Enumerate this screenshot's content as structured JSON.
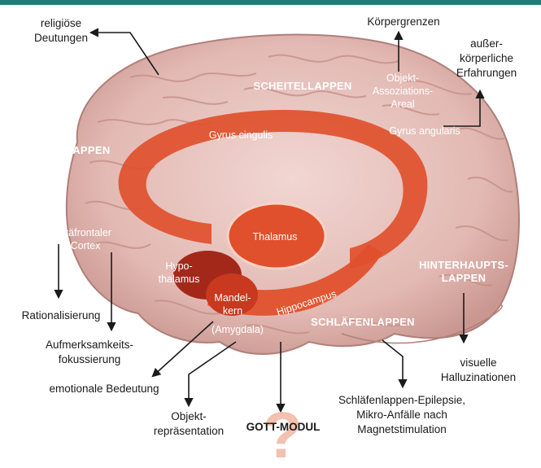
{
  "colors": {
    "teal_bar": "#1f7c79",
    "brain": "#e8c4bf",
    "brain_shadow": "#c9958f",
    "limbic": "#e0502c",
    "limbic_dark": "#a3281a",
    "question_mark": "#f2b7a2"
  },
  "regions": {
    "scheitellappen": "SCHEITELLAPPEN",
    "stirnlappen": "STIRNLAPPEN",
    "hinterhaupt_1": "HINTERHAUPTS-",
    "hinterhaupt_2": "LAPPEN",
    "schlaefenlappen": "SCHLÄFENLAPPEN"
  },
  "structures": {
    "gyrus_cingulis": "Gyrus cingulis",
    "thalamus": "Thalamus",
    "hypo_1": "Hypo-",
    "hypo_2": "thalamus",
    "mandel_1": "Mandel-",
    "mandel_2": "kern",
    "mandel_3": "(Amygdala)",
    "hippocampus": "Hippocampus",
    "praefrontal_1": "präfrontaler",
    "praefrontal_2": "Cortex",
    "objekt_1": "Objekt-",
    "objekt_2": "Assoziations-",
    "objekt_3": "Areal",
    "gyrus_angularis": "Gyrus angularis"
  },
  "callouts": {
    "religioese_1": "religiöse",
    "religioese_2": "Deutungen",
    "koerpergrenzen": "Körpergrenzen",
    "ausser_1": "außer-",
    "ausser_2": "körperliche",
    "ausser_3": "Erfahrungen",
    "rationalisierung": "Rationalisierung",
    "aufmerksamkeit_1": "Aufmerksamkeits-",
    "aufmerksamkeit_2": "fokussierung",
    "emotional": "emotionale Bedeutung",
    "objekt_rep_1": "Objekt-",
    "objekt_rep_2": "repräsentation",
    "gott_modul": "GOTT-MODUL",
    "epilepsie_1": "Schläfenlappen-Epilepsie,",
    "epilepsie_2": "Mikro-Anfälle nach",
    "epilepsie_3": "Magnetstimulation",
    "visuelle_1": "visuelle",
    "visuelle_2": "Halluzinationen"
  },
  "question_mark": "?"
}
